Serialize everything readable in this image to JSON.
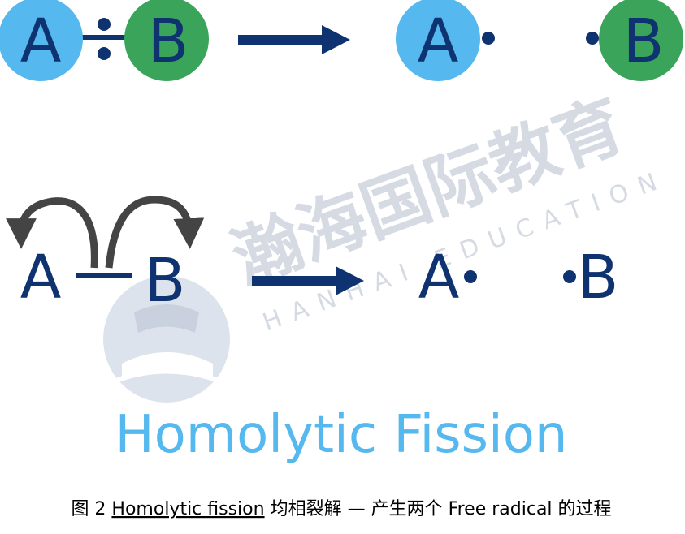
{
  "top_row": {
    "left_a": "A",
    "left_b": "B",
    "right_a": "A",
    "right_b": "B"
  },
  "middle_row": {
    "left_a": "A",
    "left_b": "B",
    "right_a": "A",
    "right_b": "B"
  },
  "watermark": {
    "chinese": "瀚海国际教育",
    "english": "HANHAI EDUCATION"
  },
  "title": "Homolytic Fission",
  "caption": {
    "prefix": "图 2 ",
    "term1": "Homolytic fission",
    "middle": " 均相裂解 — 产生两个 ",
    "term2": "Free radical",
    "suffix": " 的过程"
  },
  "colors": {
    "atom_a": "#55b8ee",
    "atom_b": "#3aa55a",
    "navy": "#0f3370",
    "curve": "#444444",
    "title": "#55b8ee",
    "watermark": "#d5dae3"
  }
}
